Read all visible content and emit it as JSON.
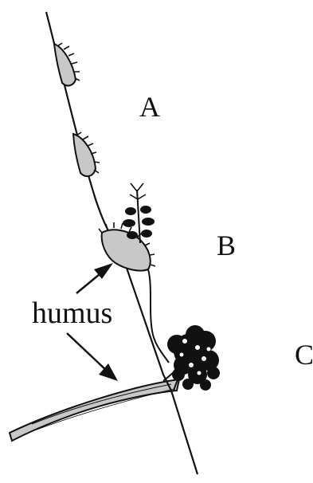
{
  "labels": {
    "a": "A",
    "b": "B",
    "c": "C",
    "humus": "humus"
  },
  "colors": {
    "ink": "#111111",
    "humus_fill": "#c8c8c8"
  }
}
